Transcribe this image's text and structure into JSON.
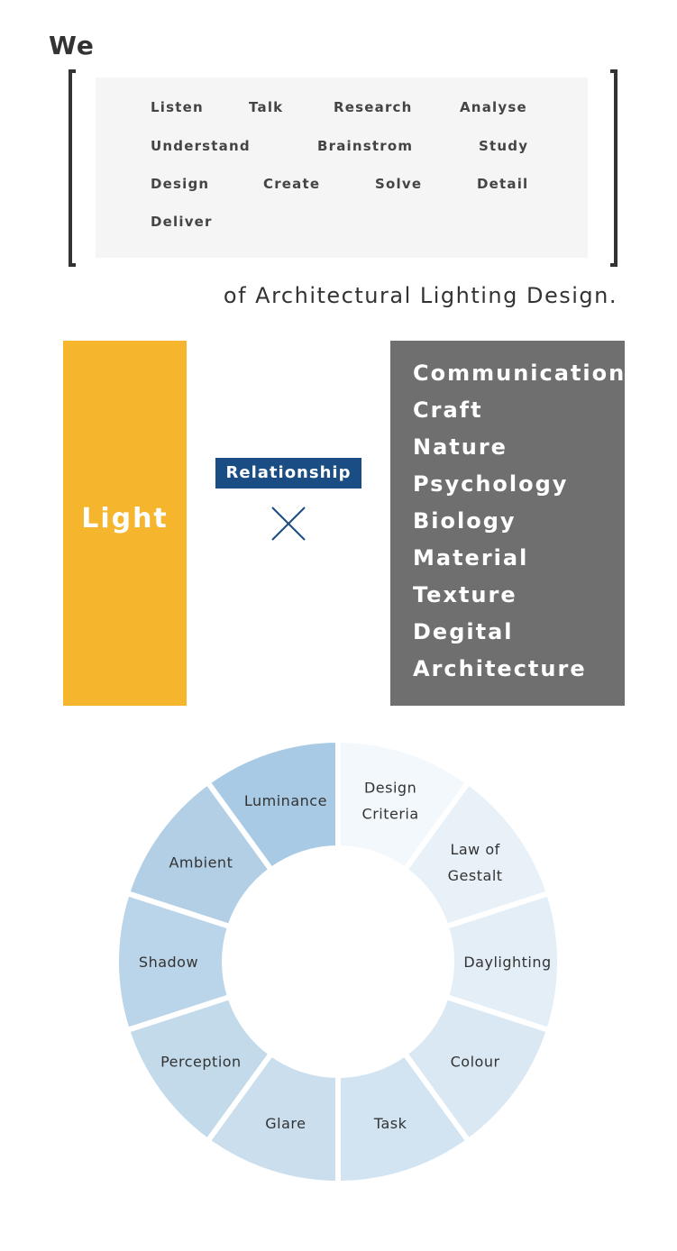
{
  "header": {
    "we": "We"
  },
  "verbs": [
    "Listen",
    "Talk",
    "Research",
    "Analyse",
    "Understand",
    "Brainstrom",
    "Study",
    "Design",
    "Create",
    "Solve",
    "Detail",
    "Deliver"
  ],
  "tagline": "of Architectural Lighting Design.",
  "light": {
    "label": "Light",
    "color": "#f5b52d"
  },
  "relationship": {
    "label": "Relationship",
    "color": "#194d83",
    "symbol_icon": "times-icon"
  },
  "topics": {
    "color": "#6f6f6f",
    "items": [
      "Communication",
      "Craft",
      "Nature",
      "Psychology",
      "Biology",
      "Material",
      "Texture",
      "Degital",
      "Architecture"
    ]
  },
  "wheel": {
    "segments": [
      {
        "lines": [
          "Design",
          "Criteria"
        ],
        "color": "#f3f8fc"
      },
      {
        "lines": [
          "Law of",
          "Gestalt"
        ],
        "color": "#e8f1f8"
      },
      {
        "lines": [
          "Daylighting"
        ],
        "color": "#e3eef7"
      },
      {
        "lines": [
          "Colour"
        ],
        "color": "#dae8f4"
      },
      {
        "lines": [
          "Task"
        ],
        "color": "#d2e4f1"
      },
      {
        "lines": [
          "Glare"
        ],
        "color": "#cadeee"
      },
      {
        "lines": [
          "Perception"
        ],
        "color": "#c3daeb"
      },
      {
        "lines": [
          "Shadow"
        ],
        "color": "#bad4e9"
      },
      {
        "lines": [
          "Ambient"
        ],
        "color": "#b2cfe6"
      },
      {
        "lines": [
          "Luminance"
        ],
        "color": "#a8cae4"
      }
    ]
  }
}
